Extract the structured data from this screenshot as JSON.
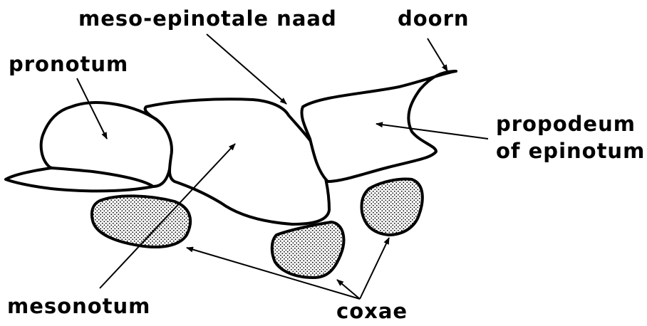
{
  "labels": {
    "meso_epinotale_naad": "meso-epinotale naad",
    "doorn": "doorn",
    "pronotum": "pronotum",
    "propodeum_line1": "propodeum",
    "propodeum_line2": "of epinotum",
    "mesonotum": "mesonotum",
    "coxae": "coxae"
  },
  "colors": {
    "ink": "#000000",
    "paper": "#ffffff"
  }
}
